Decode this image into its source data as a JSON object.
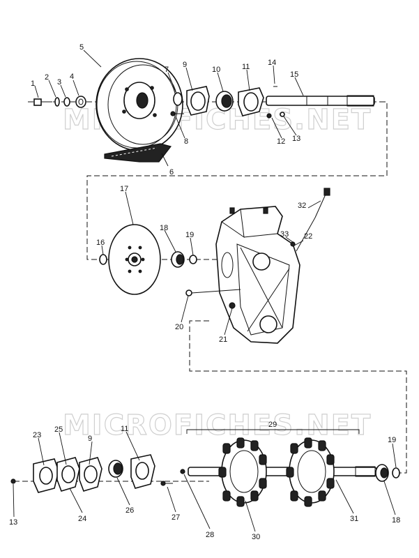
{
  "watermark": "MICROFICHES.NET",
  "callouts": {
    "c1": "1",
    "c2": "2",
    "c3": "3",
    "c4": "4",
    "c5": "5",
    "c6": "6",
    "c7": "7",
    "c8": "8",
    "c9": "9",
    "c10": "10",
    "c11": "11",
    "c12": "12",
    "c13": "13",
    "c14": "14",
    "c15": "15",
    "c16": "16",
    "c17": "17",
    "c18": "18",
    "c19": "19",
    "c20": "20",
    "c21": "21",
    "c22": "22",
    "c32": "32",
    "c33": "33",
    "c23": "23",
    "c24": "24",
    "c25": "25",
    "c9b": "9",
    "c11b": "11",
    "c26": "26",
    "c27": "27",
    "c28": "28",
    "c29": "29",
    "c30": "30",
    "c31": "31",
    "c19b": "19",
    "c18b": "18",
    "c13b": "13"
  }
}
